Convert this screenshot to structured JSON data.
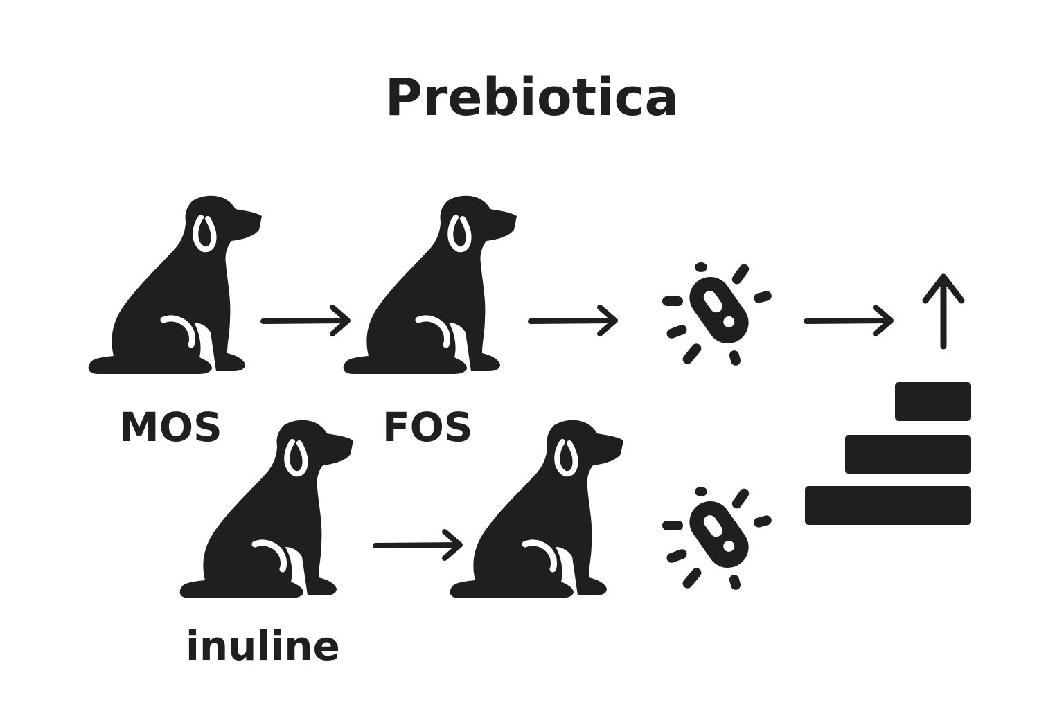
{
  "diagram": {
    "title": "Prebiotica",
    "labels": {
      "mos": "MOS",
      "fos": "FOS",
      "inuline": "inuline"
    },
    "icons": {
      "dog": "dog-sitting-icon",
      "bacteria": "bacteria-icon",
      "arrow_right": "arrow-right-icon",
      "arrow_up": "arrow-up-icon",
      "bars": "horizontal-bars-icon"
    },
    "colors": {
      "ink": "#1f1f1f",
      "background": "#ffffff"
    }
  }
}
